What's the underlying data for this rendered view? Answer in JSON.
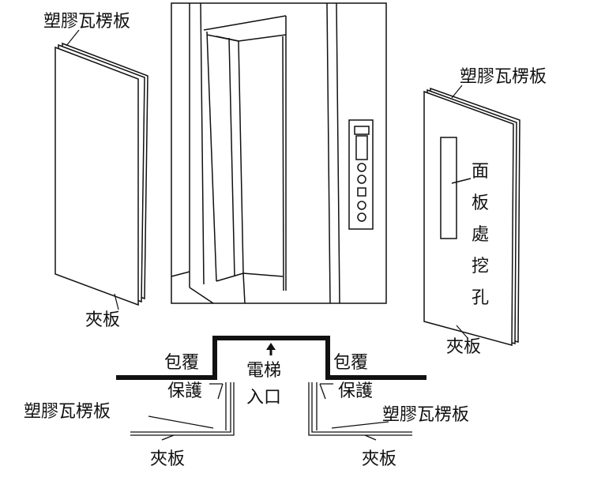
{
  "labels": {
    "plastic_board": "塑膠瓦楞板",
    "clamp_board": "夾板",
    "panel_cutout": [
      "面",
      "板",
      "處",
      "挖",
      "孔"
    ],
    "wrap_line1": "包覆",
    "wrap_line2": "保護",
    "entrance_line1": "電梯",
    "entrance_line2": "入口"
  }
}
